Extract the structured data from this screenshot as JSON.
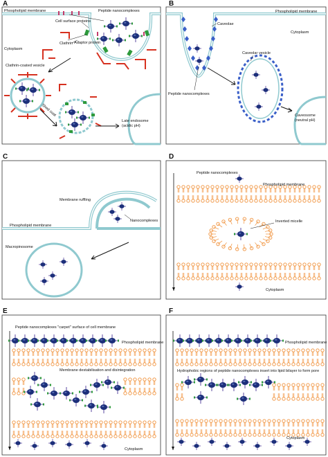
{
  "panels": {
    "A": {
      "letter": "A",
      "labels": {
        "membrane": "Phospholipid membrane",
        "nanocomplexes": "Peptide nanocomplexes",
        "surface_proteins": "Cell surface proteins",
        "cytoplasm": "Cytoplasm",
        "clathrin": "Clathrin",
        "adaptor": "Adaptor protein",
        "vesicle": "Clathrin-coated vesicle",
        "shedding": "Shed coat",
        "endosome_line1": "Late endosome",
        "endosome_line2": "(acidic pH)"
      }
    },
    "B": {
      "letter": "B",
      "labels": {
        "membrane": "Phospholipid membrane",
        "caveolae": "Caveolae",
        "cytoplasm": "Cytoplasm",
        "caveolar_vesicle": "Caveolar vesicle",
        "nanocomplexes": "Peptide nanocomplexes",
        "caveosome_line1": "Caveosome",
        "caveosome_line2": "(neutral pH)"
      }
    },
    "C": {
      "letter": "C",
      "labels": {
        "ruffling": "Membrane ruffling",
        "membrane": "Phospholipid membrane",
        "nanocomplexes": "Nanocomplexes",
        "macropinosome": "Macropinosome"
      }
    },
    "D": {
      "letter": "D",
      "labels": {
        "nanocomplexes": "Peptide nanocomplexes",
        "membrane": "Phospholipid membrane",
        "micelle": "Inverted micelle",
        "cytoplasm": "Cytoplasm"
      }
    },
    "E": {
      "letter": "E",
      "labels": {
        "carpet": "Peptide nanocomplexes \"carpet\" surface of cell membrane",
        "membrane": "Phospholipid membrane",
        "destab": "Membrane destabilisation and disintegration",
        "cytoplasm": "Cytoplasm"
      }
    },
    "F": {
      "letter": "F",
      "labels": {
        "membrane": "Phospholipid membrane",
        "pore": "Hydrophobic regions of peptide nanocomplexes insert into lipid bilayer to form pore",
        "cytoplasm": "Cytoplasm"
      }
    }
  },
  "colors": {
    "clathrin": "#d6301f",
    "adaptor": "#2e9a3c",
    "caveolin": "#3a5fc8",
    "nanocomplex": "#1c2f7a",
    "membrane_edge": "#8fc9cf",
    "lipid": "#f0913a"
  }
}
